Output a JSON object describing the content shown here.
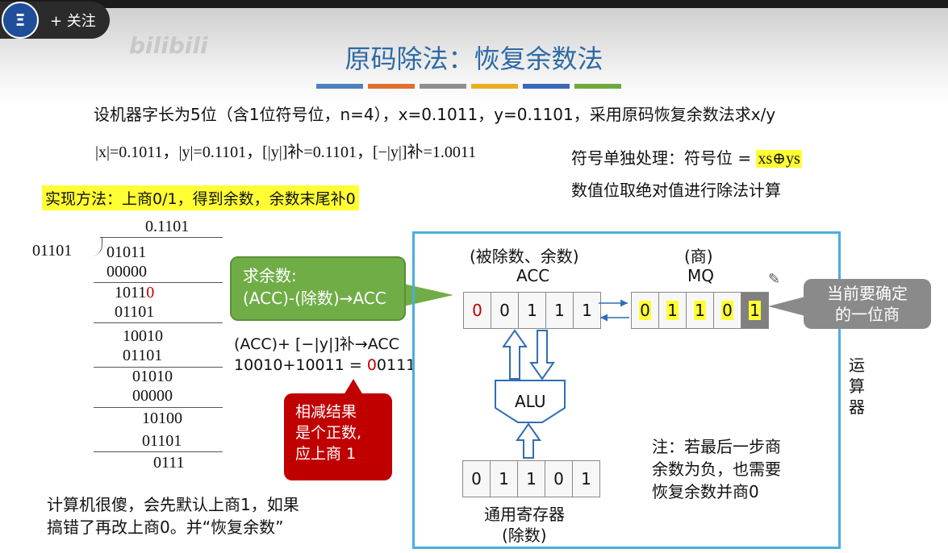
{
  "overlay": {
    "follow_label": "+ 关注",
    "logo_text": "Ξ",
    "watermark": "bilibili"
  },
  "slide": {
    "title": "原码除法：恢复余数法",
    "title_bar_colors": [
      "#4f81bd",
      "#e07030",
      "#8f8f8f",
      "#e8b020",
      "#3868b8",
      "#70a840"
    ],
    "problem": "设机器字长为5位（含1位符号位，n=4），x=0.1011，y=0.1101，采用原码恢复余数法求x/y",
    "abs_values": "|x|=0.1011，|y|=0.1101，[|y|]补=0.1101，[−|y|]补=1.0011",
    "sign_rule_prefix": "符号单独处理：符号位 = ",
    "sign_rule_formula": "xs⊕ys",
    "value_rule": "数值位取绝对值进行除法计算",
    "method": "实现方法：上商0/1，得到余数，余数末尾补0",
    "long_division": {
      "quotient": "0.1101",
      "divisor": "01101",
      "rows": [
        "01011",
        "00000",
        "10110",
        "01101",
        "10010",
        "01101",
        "01010",
        "00000",
        "10100",
        "01101",
        "0111"
      ]
    },
    "green_callout": {
      "line1": "求余数:",
      "line2": "(ACC)-(除数)→ACC"
    },
    "acc_formula": "(ACC)+ [−|y|]补→ACC",
    "acc_calc": "10010+10011 = 00111",
    "red_callout": {
      "line1": "相减结果",
      "line2": "是个正数,",
      "line3": "应上商 1"
    },
    "acc": {
      "label1": "(被除数、余数)",
      "label2": "ACC",
      "bits": [
        "0",
        "0",
        "1",
        "1",
        "1"
      ]
    },
    "mq": {
      "label1": "(商)",
      "label2": "MQ",
      "bits": [
        "0",
        "1",
        "1",
        "0",
        "1"
      ]
    },
    "gray_callout": {
      "line1": "当前要确定",
      "line2": "的一位商"
    },
    "alu_label": "ALU",
    "general_reg": {
      "bits": [
        "0",
        "1",
        "1",
        "0",
        "1"
      ],
      "label1": "通用寄存器",
      "label2": "(除数)"
    },
    "unit_label": [
      "运",
      "算",
      "器"
    ],
    "note": {
      "line1": "注：若最后一步商",
      "line2": "余数为负，也需要",
      "line3": "恢复余数并商0"
    },
    "bottom_note": {
      "line1": "计算机很傻，会先默认上商1，如果",
      "line2": "搞错了再改上商0。并“恢复余数”"
    }
  }
}
